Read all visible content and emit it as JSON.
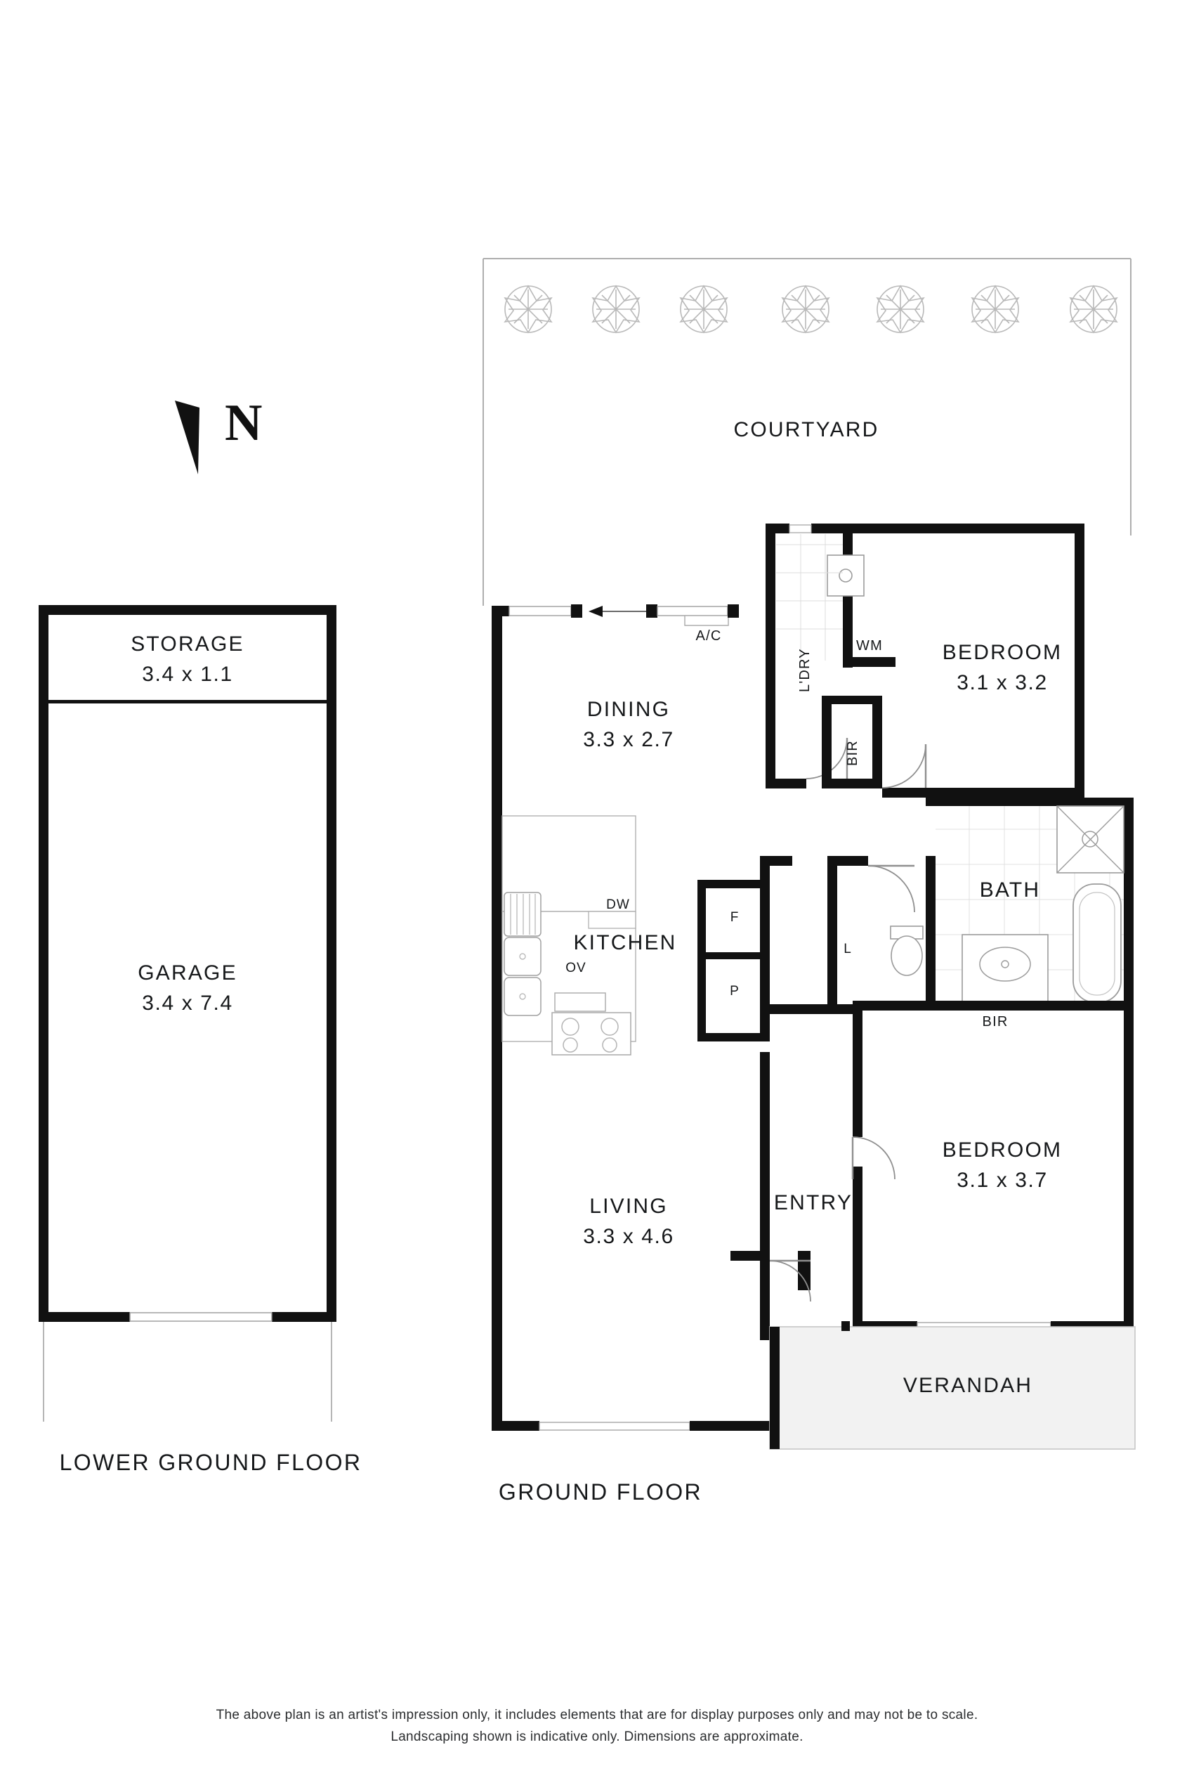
{
  "page": {
    "background_color": "#ffffff",
    "line_color": "#111111",
    "verandah_fill": "#f2f2f2"
  },
  "compass": {
    "letter": "N",
    "icon": "north-arrow-icon"
  },
  "lower_ground_floor": {
    "title": "LOWER GROUND FLOOR",
    "rooms": [
      {
        "name": "STORAGE",
        "dimensions": "3.4 x 1.1"
      },
      {
        "name": "GARAGE",
        "dimensions": "3.4 x 7.4"
      }
    ]
  },
  "ground_floor": {
    "title": "GROUND FLOOR",
    "rooms": [
      {
        "name": "COURTYARD",
        "dimensions": ""
      },
      {
        "name": "DINING",
        "dimensions": "3.3 x 2.7"
      },
      {
        "name": "KITCHEN",
        "dimensions": ""
      },
      {
        "name": "LIVING",
        "dimensions": "3.3 x 4.6"
      },
      {
        "name": "ENTRY",
        "dimensions": ""
      },
      {
        "name": "BEDROOM",
        "dimensions": "3.1 x 3.2"
      },
      {
        "name": "BEDROOM",
        "dimensions": "3.1 x 3.7"
      },
      {
        "name": "BATH",
        "dimensions": ""
      },
      {
        "name": "VERANDAH",
        "dimensions": ""
      }
    ],
    "annotations": [
      {
        "label": "A/C"
      },
      {
        "label": "L'DRY"
      },
      {
        "label": "WM"
      },
      {
        "label": "BIR"
      },
      {
        "label": "BIR"
      },
      {
        "label": "DW"
      },
      {
        "label": "OV"
      },
      {
        "label": "F"
      },
      {
        "label": "P"
      },
      {
        "label": "L"
      }
    ]
  },
  "footer": {
    "line1": "The above plan is an artist's impression only, it includes elements that are for display purposes only and may not be to scale.",
    "line2": "Landscaping shown is indicative only. Dimensions are approximate."
  }
}
